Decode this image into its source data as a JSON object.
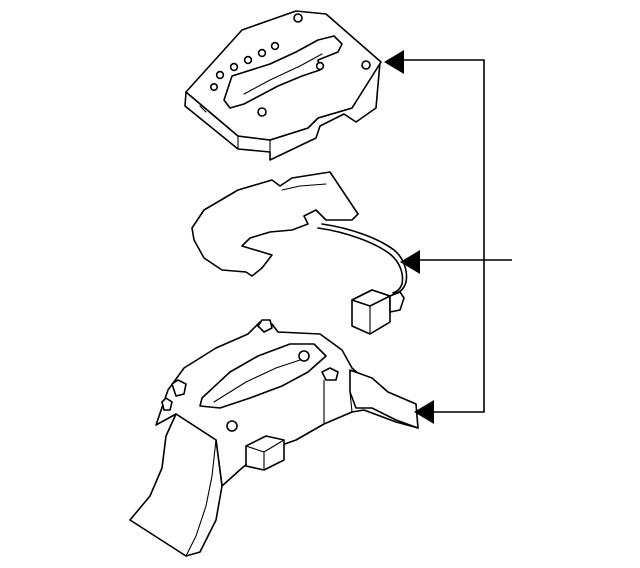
{
  "diagram": {
    "parts": [
      {
        "id": "shift-indicator-bezel",
        "dots": 6
      },
      {
        "id": "indicator-gasket"
      },
      {
        "id": "indicator-harness-connector"
      },
      {
        "id": "shifter-base-housing"
      }
    ],
    "callouts": [
      {
        "target": "shift-indicator-bezel"
      },
      {
        "target": "indicator-harness-connector"
      },
      {
        "target": "shifter-base-housing"
      }
    ]
  }
}
